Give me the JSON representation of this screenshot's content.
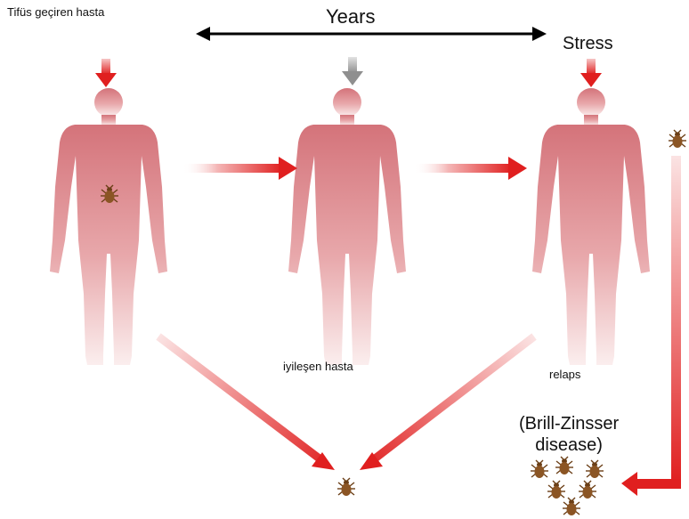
{
  "labels": {
    "typhus_patient": "Tifüs geçiren hasta",
    "years": "Years",
    "stress": "Stress",
    "recovered_patient": "iyileşen hasta",
    "relapse": "relaps",
    "disease_line1": "(Brill-Zinsser",
    "disease_line2": "disease)"
  },
  "colors": {
    "figure_top": "#d4737a",
    "figure_bottom": "#f6d6d6",
    "arrow_red": "#e01f1f",
    "arrow_gray": "#9a9a9a",
    "louse": "#7a4a1e",
    "timeline": "#000000"
  },
  "icons": [
    "louse-icon",
    "human-figure",
    "arrow"
  ]
}
